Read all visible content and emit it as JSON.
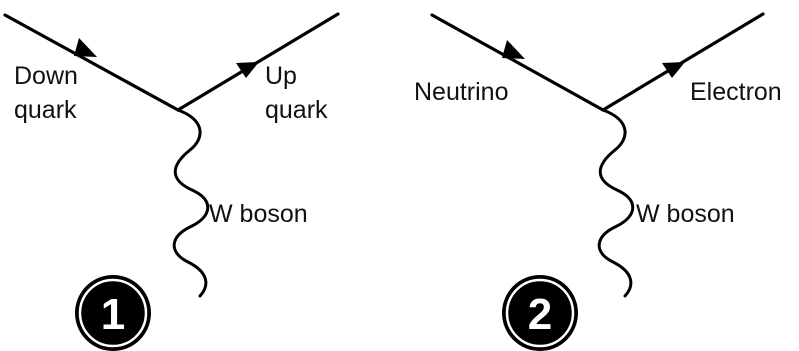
{
  "diagrams": [
    {
      "number": "1",
      "incoming_label_line1": "Down",
      "incoming_label_line2": "quark",
      "outgoing_label_line1": "Up",
      "outgoing_label_line2": "quark",
      "boson_label": "W boson"
    },
    {
      "number": "2",
      "incoming_label": "Neutrino",
      "outgoing_label": "Electron",
      "boson_label": "W boson"
    }
  ],
  "colors": {
    "line": "#000000",
    "badge_fill": "#000000",
    "badge_text": "#ffffff",
    "background": "#ffffff"
  }
}
